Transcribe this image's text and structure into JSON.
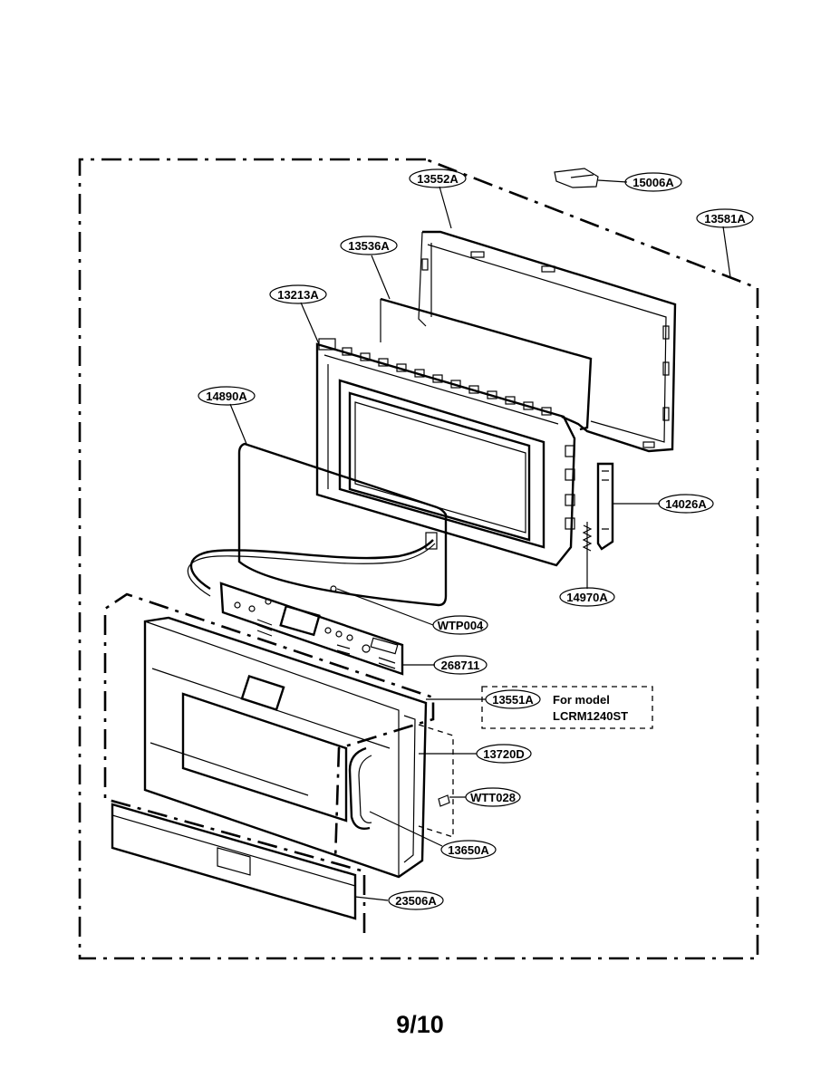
{
  "diagram": {
    "callouts": {
      "c15006A": "15006A",
      "c13552A": "13552A",
      "c13581A": "13581A",
      "c13536A": "13536A",
      "c13213A": "13213A",
      "c14890A": "14890A",
      "c14026A": "14026A",
      "c14970A": "14970A",
      "cWTP004": "WTP004",
      "c268711": "268711",
      "c13551A": "13551A",
      "c13720D": "13720D",
      "cWTT028": "WTT028",
      "c13650A": "13650A",
      "c23506A": "23506A"
    },
    "model_note": {
      "line1": "For model",
      "line2": "LCRM1240ST"
    }
  },
  "page_number": "9/10"
}
